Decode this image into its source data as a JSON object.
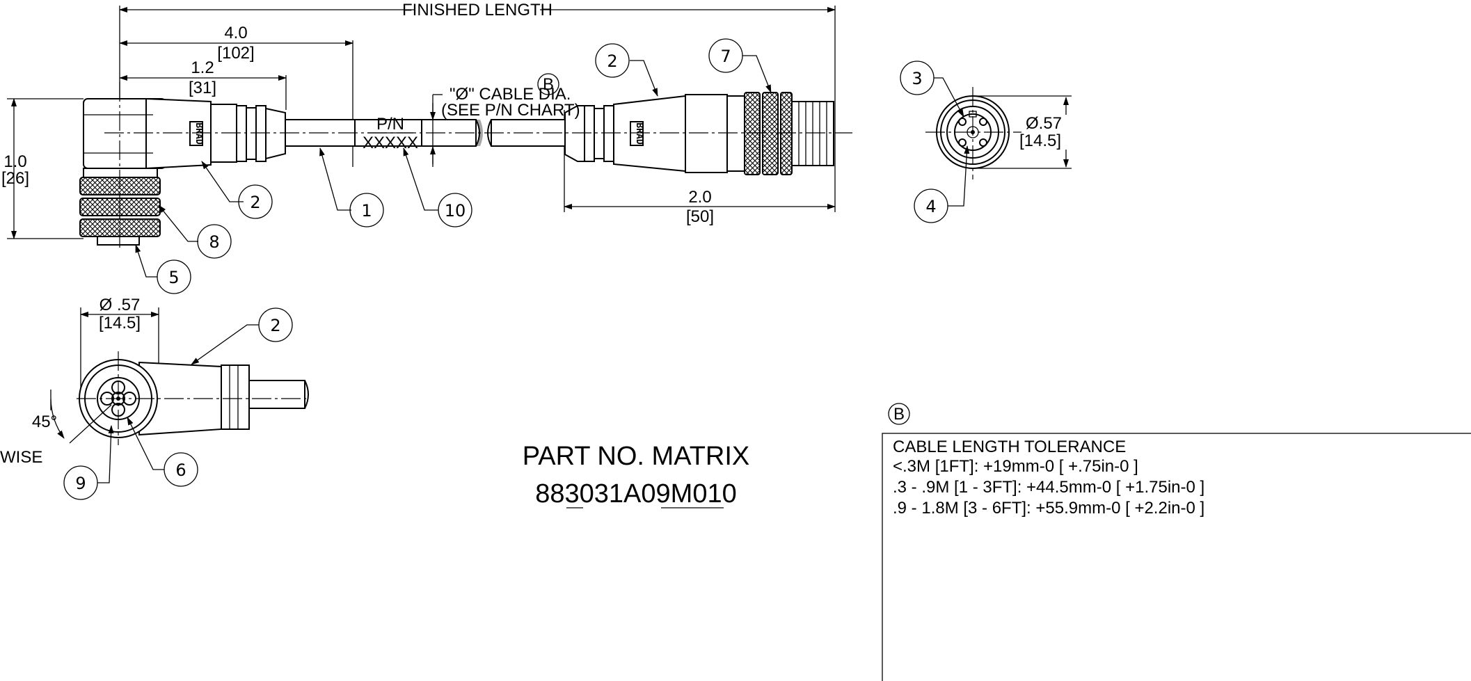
{
  "dimensions": {
    "finished_length": "FINISHED LENGTH",
    "dim_4_0": "4.0",
    "dim_102": "[102]",
    "dim_1_2": "1.2",
    "dim_31": "[31]",
    "dim_1_0": "1.0",
    "dim_26": "[26]",
    "dim_2_0": "2.0",
    "dim_50": "[50]",
    "dia_57_right": "Ø.57",
    "dia_145_right": "[14.5]",
    "dia_57_bottom": "Ø .57",
    "dia_145_bottom": "[14.5]",
    "angle": "45°"
  },
  "notes": {
    "cable_dia": "\"Ø\" CABLE DIA.",
    "cable_dia_ref": "B",
    "see_chart": "(SEE P/N CHART)",
    "pn_label": "P/N",
    "pn_value": "XXXXX",
    "wise": "WISE",
    "brand_mark": "BRAD"
  },
  "balloons": [
    "1",
    "2",
    "3",
    "4",
    "5",
    "6",
    "7",
    "8",
    "9",
    "10"
  ],
  "part_matrix": {
    "title": "PART NO. MATRIX",
    "number": "883031A09M010"
  },
  "tolerance_table": {
    "ref": "B",
    "header": "CABLE LENGTH TOLERANCE",
    "row1": "<.3M [1FT]: +19mm-0 [ +.75in-0 ]",
    "row2": ".3 - .9M [1 - 3FT]: +44.5mm-0 [ +1.75in-0 ]",
    "row3": ".9 - 1.8M [3 - 6FT]: +55.9mm-0 [ +2.2in-0 ]"
  }
}
